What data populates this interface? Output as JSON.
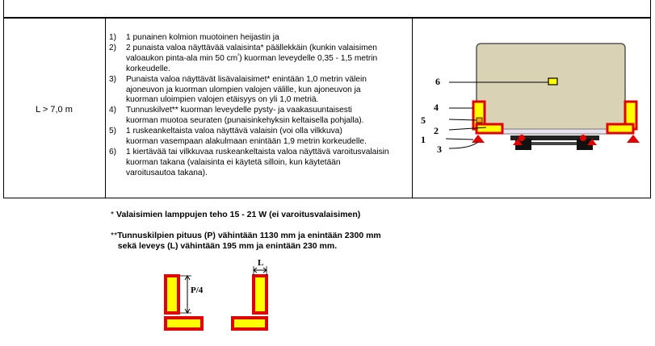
{
  "table": {
    "length_label": "L > 7,0 m",
    "requirements": [
      {
        "num": "1)",
        "lines": [
          "1 punainen kolmion muotoinen heijastin ja"
        ]
      },
      {
        "num": "2)",
        "lines": [
          "2 punaista valoa näyttävää valaisinta* päällekkäin (kunkin valaisimen",
          "valoaukon pinta-ala min 50 cm",
          "²",
          ") kuorman leveydelle 0,35 - 1,5 metrin",
          "korkeudelle."
        ]
      },
      {
        "num": "3)",
        "lines": [
          "Punaista valoa näyttävät lisävalaisimet* enintään 1,0 metrin välein",
          "ajoneuvon ja kuorman ulompien valojen välille, kun ajoneuvon ja",
          "kuorman uloimpien valojen etäisyys on yli 1,0 metriä."
        ]
      },
      {
        "num": "4)",
        "lines": [
          "Tunnuskilvet** kuorman leveydelle pysty- ja vaakasuuntaisesti",
          "kuorman muotoa seuraten (punaisinkehyksin keltaisella pohjalla)."
        ]
      },
      {
        "num": "5)",
        "lines": [
          "1 ruskeankeltaista valoa näyttävä valaisin (voi olla vilkkuva)",
          "kuorman vasempaan alakulmaan enintään 1,9 metrin korkeudelle."
        ]
      },
      {
        "num": "6)",
        "lines": [
          "1 kiertävää tai vilkkuvaa ruskeankeltaista valoa näyttävä varoitusvalaisin",
          "kuorman takana (valaisinta ei käytetä silloin, kun käytetään",
          "varoitusautoa takana)."
        ]
      }
    ]
  },
  "diagram": {
    "callouts": [
      "6",
      "4",
      "5",
      "2",
      "1",
      "3"
    ]
  },
  "notes": {
    "lamp_star": "*",
    "lamp_text": "Valaisimien lamppujen teho 15 - 21 W (ei varoitusvalaisimen)",
    "plate_star": "**",
    "plate_line1": "Tunnuskilpien pituus (P) vähintään 1130 mm ja enintään 2300 mm",
    "plate_line2": "sekä leveys (L) vähintään 195 mm ja enintään 230 mm."
  },
  "plate_diagram": {
    "p_label": "P/4",
    "l_label": "L"
  },
  "colors": {
    "red": "#e00000",
    "yellow": "#ffff00",
    "load": "#d9d2b4"
  }
}
